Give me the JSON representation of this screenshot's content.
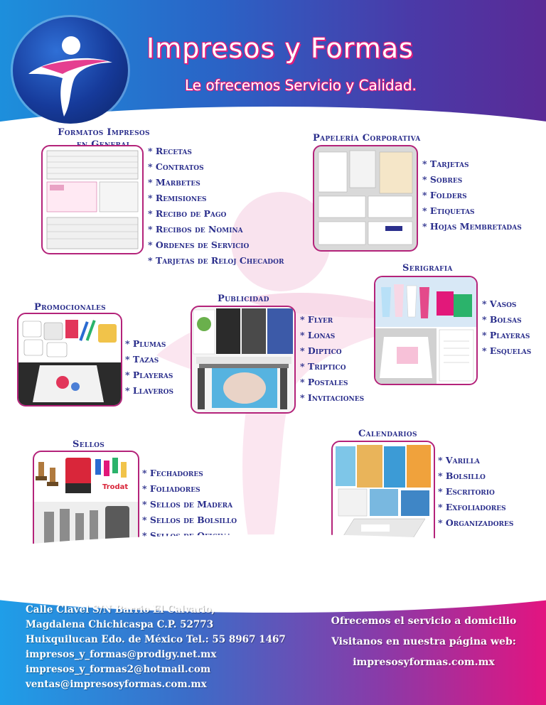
{
  "header": {
    "title": "Impresos y Formas",
    "tagline": "Le ofrecemos Servicio y Calidad."
  },
  "formatos": {
    "title_line1": "Formatos Impresos",
    "title_line2": "en General",
    "items": [
      "* Recetas",
      "* Contratos",
      "* Marbetes",
      "* Remisiones",
      "* Recibo de Pago",
      "* Recibos de Nomina",
      "* Ordenes de Servicio",
      "* Tarjetas de Reloj Checador"
    ]
  },
  "papeleria": {
    "title": "Papelería Corporativa",
    "items": [
      "* Tarjetas",
      "* Sobres",
      "* Folders",
      "* Etiquetas",
      "* Hojas Membretadas"
    ]
  },
  "serigrafia": {
    "title": "Serigrafia",
    "items": [
      "* Vasos",
      "* Bolsas",
      "* Playeras",
      "* Esquelas"
    ]
  },
  "promocionales": {
    "title": "Promocionales",
    "items": [
      "* Plumas",
      "* Tazas",
      "* Playeras",
      "* Llaveros"
    ]
  },
  "publicidad": {
    "title": "Publicidad",
    "items": [
      "* Flyer",
      "* Lonas",
      "* Diptico",
      "* Triptico",
      "* Postales",
      "* Invitaciones"
    ]
  },
  "sellos": {
    "title": "Sellos",
    "items": [
      "* Fechadores",
      "* Foliadores",
      "* Sellos de Madera",
      "* Sellos de Bolsillo",
      "* Sellos de Oficina"
    ]
  },
  "calendarios": {
    "title": "Calendarios",
    "items": [
      "* Varilla",
      "* Bolsillo",
      "* Escritorio",
      "* Exfoliadores",
      "* Organizadores"
    ]
  },
  "footer": {
    "address": [
      "Calle Clavel S/N Barrio El Calvario,",
      "Magdalena Chichicaspa C.P. 52773",
      "Huixquilucan Edo. de México Tel.: 55 8967 1467",
      "impresos_y_formas@prodigy.net.mx",
      "impresos_y_formas2@hotmail.com",
      "ventas@impresosyformas.com.mx"
    ],
    "promo": [
      "Ofrecemos el servicio a domicilio",
      "Visitanos en nuestra página web:",
      "impresosyformas.com.mx"
    ]
  },
  "colors": {
    "brand_blue": "#2b2f8c",
    "brand_magenta": "#e01c7d",
    "frame_border": "#b4237a"
  }
}
